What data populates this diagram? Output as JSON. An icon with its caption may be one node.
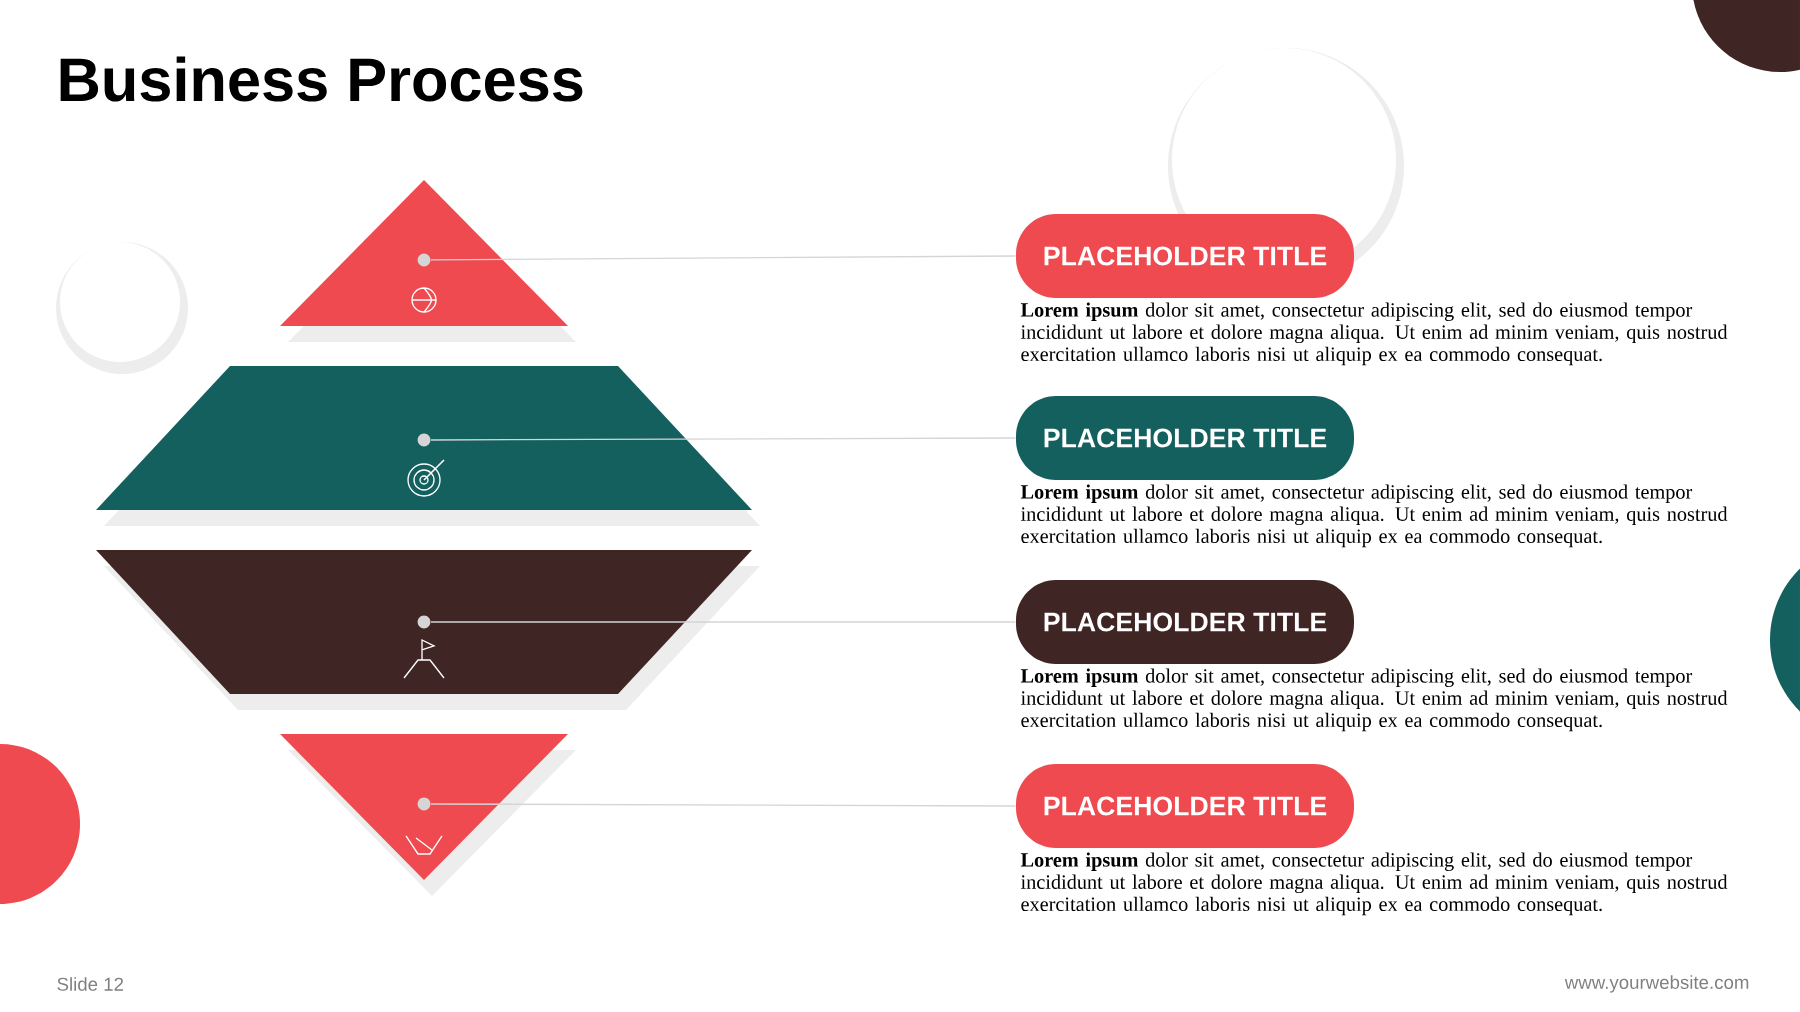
{
  "diagram": {
    "title": "Business Process",
    "nodes": [
      {
        "text": [],
        "shape": "triangle"
      },
      {
        "text": [],
        "shape": "trapezoid"
      },
      {
        "text": [],
        "shape": "trapezoid"
      },
      {
        "text": [],
        "shape": "triangle"
      },
      {
        "text": [],
        "shape": "circle",
        "in": 0
      },
      {
        "text": [],
        "shape": "circle",
        "in": 1
      },
      {
        "text": [],
        "shape": "circle",
        "in": 2
      },
      {
        "text": [],
        "shape": "circle",
        "in": 3
      },
      {
        "text": [
          "PLACEHOLDER TITLE"
        ],
        "beside": [
          "**Lorem ipsum** dolor sit amet, consectetur adipiscing elit, sed do eiusmod tempor incididunt ut labore et dolore magna aliqua. Ut enim ad minim veniam, quis nostrud exercitation ullamco laboris nisi ut aliquip ex ea commodo consequat."
        ]
      },
      {
        "text": [
          "PLACEHOLDER TITLE"
        ],
        "beside": [
          "**Lorem ipsum** dolor sit amet, consectetur adipiscing elit, sed do eiusmod tempor incididunt ut labore et dolore magna aliqua. Ut enim ad minim veniam, quis nostrud exercitation ullamco laboris nisi ut aliquip ex ea commodo consequat."
        ]
      },
      {
        "text": [
          "PLACEHOLDER TITLE"
        ],
        "beside": [
          "**Lorem ipsum** dolor sit amet, consectetur adipiscing elit, sed do eiusmod tempor incididunt ut labore et dolore magna aliqua. Ut enim ad minim veniam, quis nostrud exercitation ullamco laboris nisi ut aliquip ex ea commodo consequat."
        ]
      },
      {
        "text": [
          "PLACEHOLDER TITLE"
        ],
        "beside": [
          "**Lorem ipsum** dolor sit amet, consectetur adipiscing elit, sed do eiusmod tempor incididunt ut labore et dolore magna aliqua. Ut enim ad minim veniam, quis nostrud exercitation ullamco laboris nisi ut aliquip ex ea commodo consequat."
        ]
      }
    ],
    "edges": [
      {
        "from": 4,
        "to": 8,
        "arrow": "none"
      },
      {
        "from": 5,
        "to": 9,
        "arrow": "none"
      },
      {
        "from": 6,
        "to": 10,
        "arrow": "none"
      },
      {
        "from": 7,
        "to": 11,
        "arrow": "none"
      }
    ],
    "labels": [
      "Slide 12",
      "www.yourwebsite.com"
    ]
  }
}
